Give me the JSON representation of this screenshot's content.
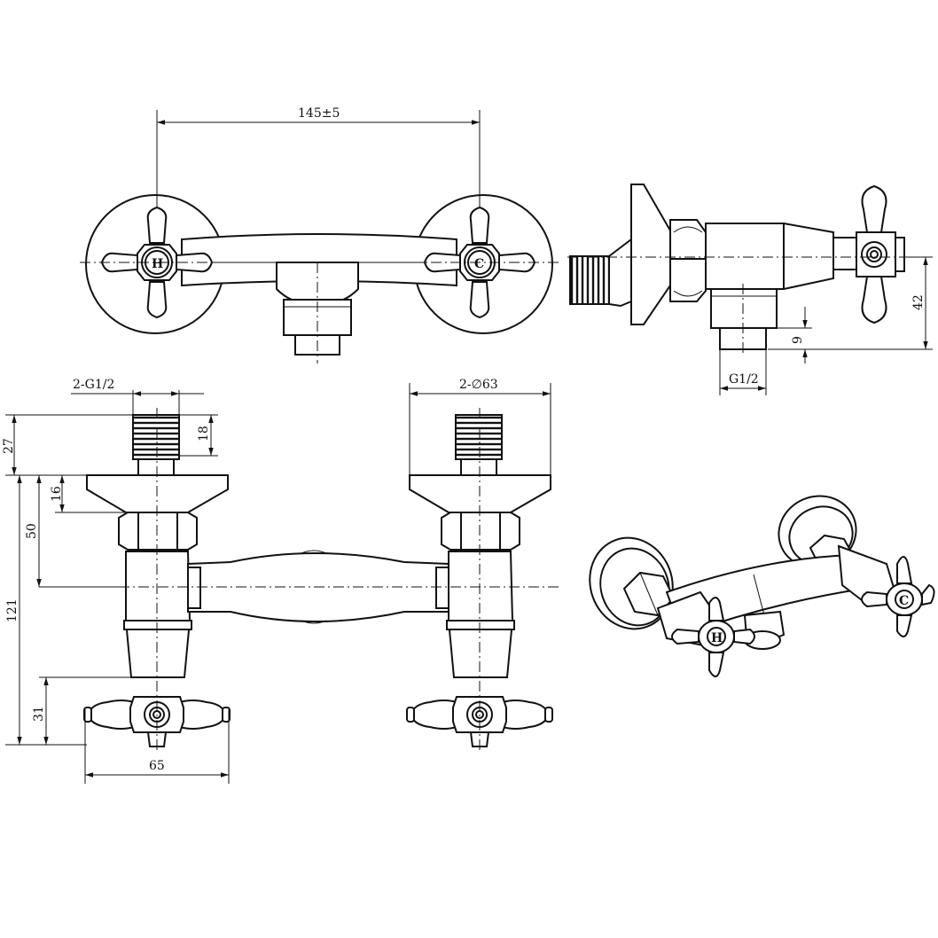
{
  "dimensions": {
    "handle_spacing": "145±5",
    "side_height": "42",
    "side_outlet_length": "9",
    "side_thread": "G1/2",
    "inlet_thread": "2-G1/2",
    "flange_diameter": "2-∅63",
    "thread_length": "27",
    "thread_depth": "18",
    "flange_thickness": "16",
    "nut_to_axis": "50",
    "total_height": "121",
    "handle_height": "31",
    "flange_width": "65"
  },
  "handle_marks": {
    "hot": "H",
    "cold": "C"
  }
}
